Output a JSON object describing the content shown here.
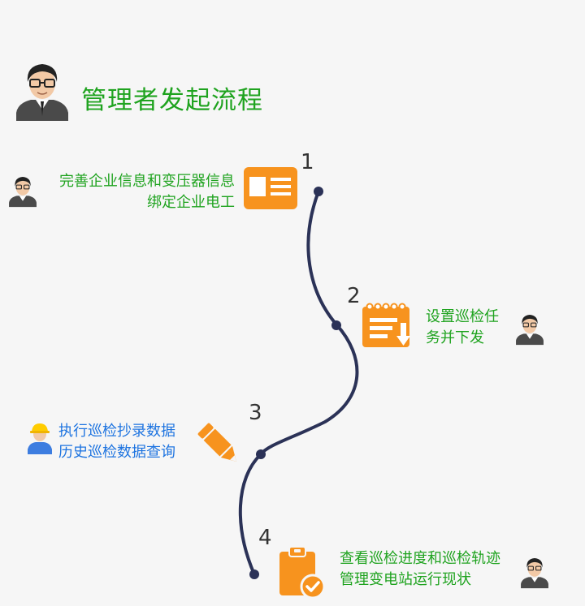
{
  "title": "管理者发起流程",
  "steps": [
    {
      "number": "1",
      "lines": [
        "完善企业信息和变压器信息",
        "绑定企业电工"
      ]
    },
    {
      "number": "2",
      "lines": [
        "设置巡检任",
        "务并下发"
      ]
    },
    {
      "number": "3",
      "lines": [
        "执行巡检抄录数据",
        "历史巡检数据查询"
      ]
    },
    {
      "number": "4",
      "lines": [
        "查看巡检进度和巡检轨迹",
        "管理变电站运行现状"
      ]
    }
  ],
  "colors": {
    "green": "#1fa31f",
    "blue": "#1e74e0",
    "orange": "#f7931e",
    "path": "#2b3257"
  },
  "icons": {
    "header_avatar": "manager-avatar-icon",
    "step1": "id-card-icon",
    "step2": "calendar-task-icon",
    "step3": "pencil-icon",
    "step4": "clipboard-check-icon",
    "worker": "worker-helmet-icon"
  }
}
